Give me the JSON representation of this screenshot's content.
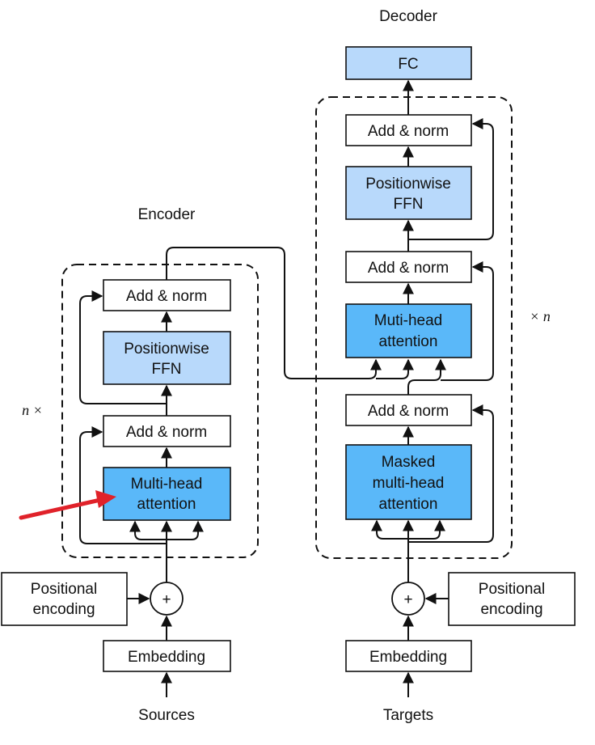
{
  "colors": {
    "white_box": "#ffffff",
    "light_blue": "#b8d9fb",
    "blue": "#5ab8f9",
    "arrow_red": "#e0222a"
  },
  "titles": {
    "encoder": "Encoder",
    "decoder": "Decoder"
  },
  "encoder": {
    "repeat_label": "n ×",
    "add_norm_top": "Add & norm",
    "ffn_line1": "Positionwise",
    "ffn_line2": "FFN",
    "add_norm_bottom": "Add & norm",
    "attn_line1": "Multi-head",
    "attn_line2": "attention",
    "positional_line1": "Positional",
    "positional_line2": "encoding",
    "plus": "+",
    "embedding": "Embedding",
    "input": "Sources"
  },
  "decoder": {
    "repeat_label": "× n",
    "fc": "FC",
    "add_norm_top": "Add & norm",
    "ffn_line1": "Positionwise",
    "ffn_line2": "FFN",
    "add_norm_middle": "Add & norm",
    "cross_attn_line1": "Muti-head",
    "cross_attn_line2": "attention",
    "add_norm_bottom": "Add & norm",
    "masked_line1": "Masked",
    "masked_line2": "multi-head",
    "masked_line3": "attention",
    "positional_line1": "Positional",
    "positional_line2": "encoding",
    "plus": "+",
    "embedding": "Embedding",
    "input": "Targets"
  }
}
